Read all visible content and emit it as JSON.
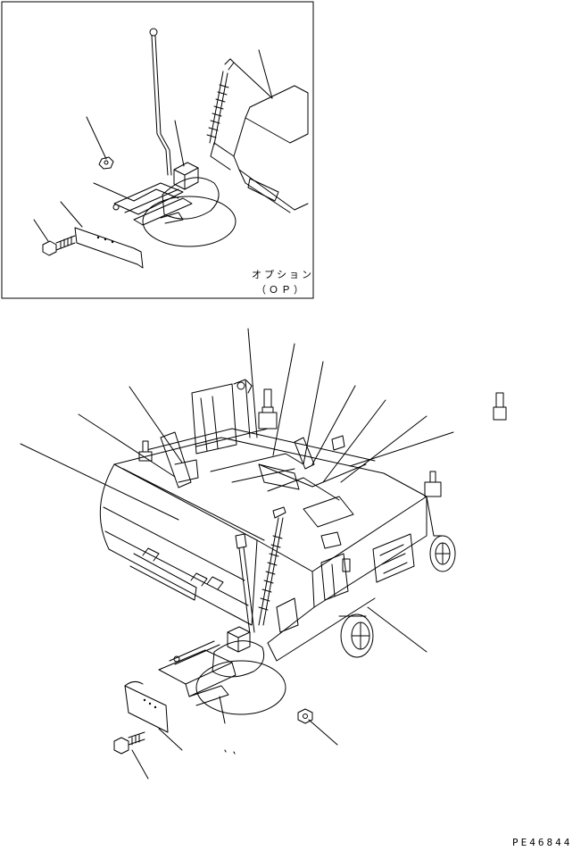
{
  "inset": {
    "option_label_ja": "オプション",
    "option_label_code": "（ＯＰ）"
  },
  "drawing_number": "PE46844"
}
